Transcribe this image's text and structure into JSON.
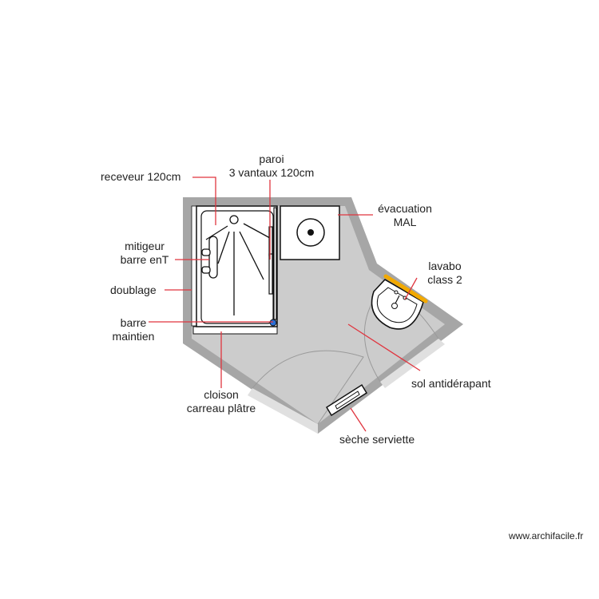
{
  "plan": {
    "colors": {
      "wall": "#a6a6a6",
      "floor": "#cccccc",
      "door_threshold": "#e0e0e0",
      "leader": "#e0353f",
      "fixture_stroke": "#111111",
      "fixture_fill": "#ffffff",
      "grab_bar": "#f2a900",
      "valve": "#2a6fd6"
    },
    "labels": {
      "receveur": "receveur 120cm",
      "paroi_line1": "paroi",
      "paroi_line2": "3 vantaux 120cm",
      "evacuation_line1": "évacuation",
      "evacuation_line2": "MAL",
      "mitigeur_line1": "mitigeur",
      "mitigeur_line2": "barre enT",
      "doublage": "doublage",
      "barre_line1": "barre",
      "barre_line2": "maintien",
      "lavabo_line1": "lavabo",
      "lavabo_line2": "class 2",
      "sol": "sol antidérapant",
      "cloison_line1": "cloison",
      "cloison_line2": "carreau plâtre",
      "seche": "sèche serviette"
    },
    "watermark": "www.archifacile.fr"
  }
}
